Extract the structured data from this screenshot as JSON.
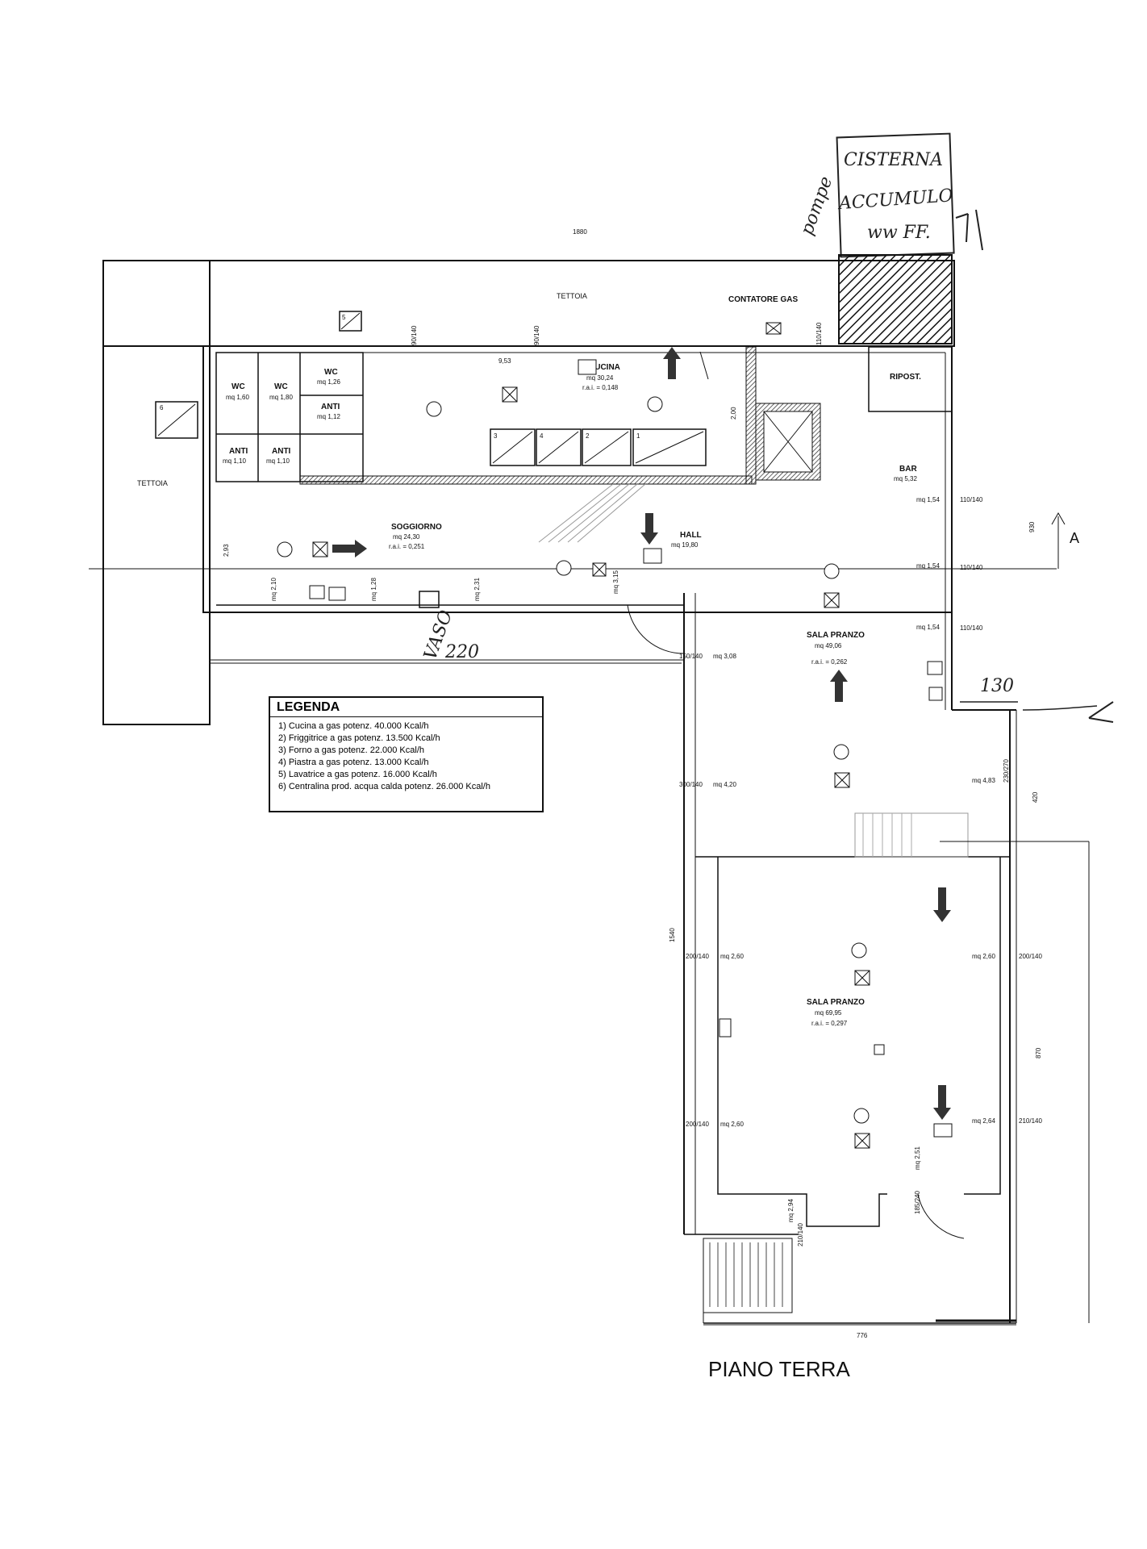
{
  "title": "PIANO TERRA",
  "handwritten": {
    "cistern_line1": "CISTERNA",
    "cistern_line2": "ACCUMULO",
    "cistern_line3": "ww FF.",
    "side_note": "pompe",
    "vaso_note": "VASO",
    "vaso_dim": "220",
    "arrow_dim": "130"
  },
  "legend": {
    "title": "LEGENDA",
    "items": [
      "1) Cucina a gas potenz. 40.000 Kcal/h",
      "2) Friggitrice a gas potenz. 13.500 Kcal/h",
      "3) Forno a gas potenz. 22.000 Kcal/h",
      "4) Piastra a gas potenz. 13.000 Kcal/h",
      "5) Lavatrice a gas potenz. 16.000 Kcal/h",
      "6) Centralina prod. acqua calda potenz. 26.000 Kcal/h"
    ]
  },
  "rooms": {
    "tettoia_top": "TETTOIA",
    "tettoia_left": "TETTOIA",
    "contatore": "CONTATORE GAS",
    "wc1": "WC",
    "wc1_mq": "mq 1,60",
    "wc2": "WC",
    "wc2_mq": "mq 1,80",
    "wc3": "WC",
    "wc3_mq": "mq 1,26",
    "anti1": "ANTI",
    "anti1_mq": "mq 1,12",
    "anti2": "ANTI",
    "anti2_mq": "mq 1,10",
    "anti3": "ANTI",
    "anti3_mq": "mq 1,10",
    "cucina": "CUCINA",
    "cucina_mq": "mq 30,24",
    "cucina_rai": "r.a.i. = 0,148",
    "ripost": "RIPOST.",
    "bar": "BAR",
    "bar_mq": "mq 5,32",
    "soggiorno": "SOGGIORNO",
    "soggiorno_mq": "mq 24,30",
    "soggiorno_rai": "r.a.i. = 0,251",
    "hall": "HALL",
    "hall_mq": "mq 19,80",
    "sala1": "SALA PRANZO",
    "sala1_mq": "mq 49,06",
    "sala1_rai": "r.a.i. = 0,262",
    "sala2": "SALA PRANZO",
    "sala2_mq": "mq 69,95",
    "sala2_rai": "r.a.i. = 0,297"
  },
  "appliances": [
    "1",
    "2",
    "3",
    "4",
    "5",
    "6"
  ],
  "dimensions": {
    "d1880": "1880",
    "d930": "930",
    "d420": "420",
    "d1540": "1540",
    "d870": "870",
    "d776": "776",
    "section": "A",
    "d953": "9,53",
    "d200": "2,00",
    "d293": "2,93",
    "mq154a": "mq 1,54",
    "mq154b": "mq 1,54",
    "mq154c": "mq 1,54",
    "mq308": "mq 3,08",
    "mq420": "mq 4,20",
    "mq483": "mq 4,83",
    "mq260a": "mq 2,60",
    "mq260b": "mq 2,60",
    "mq260c": "mq 2,60",
    "mq264": "mq 2,64",
    "mq210": "mq 2,10",
    "mq128": "mq 1,28",
    "mq231": "mq 2,31",
    "mq315": "mq 3,15",
    "mq251": "mq 2,51",
    "mq294": "mq 2,94",
    "w90_140": "90/140",
    "w110_140": "110/140",
    "w150_140": "150/140",
    "w230_270": "230/270",
    "w200_140": "200/140",
    "w210_140": "210/140",
    "w185_240": "185/240",
    "w300_140": "300/140"
  }
}
